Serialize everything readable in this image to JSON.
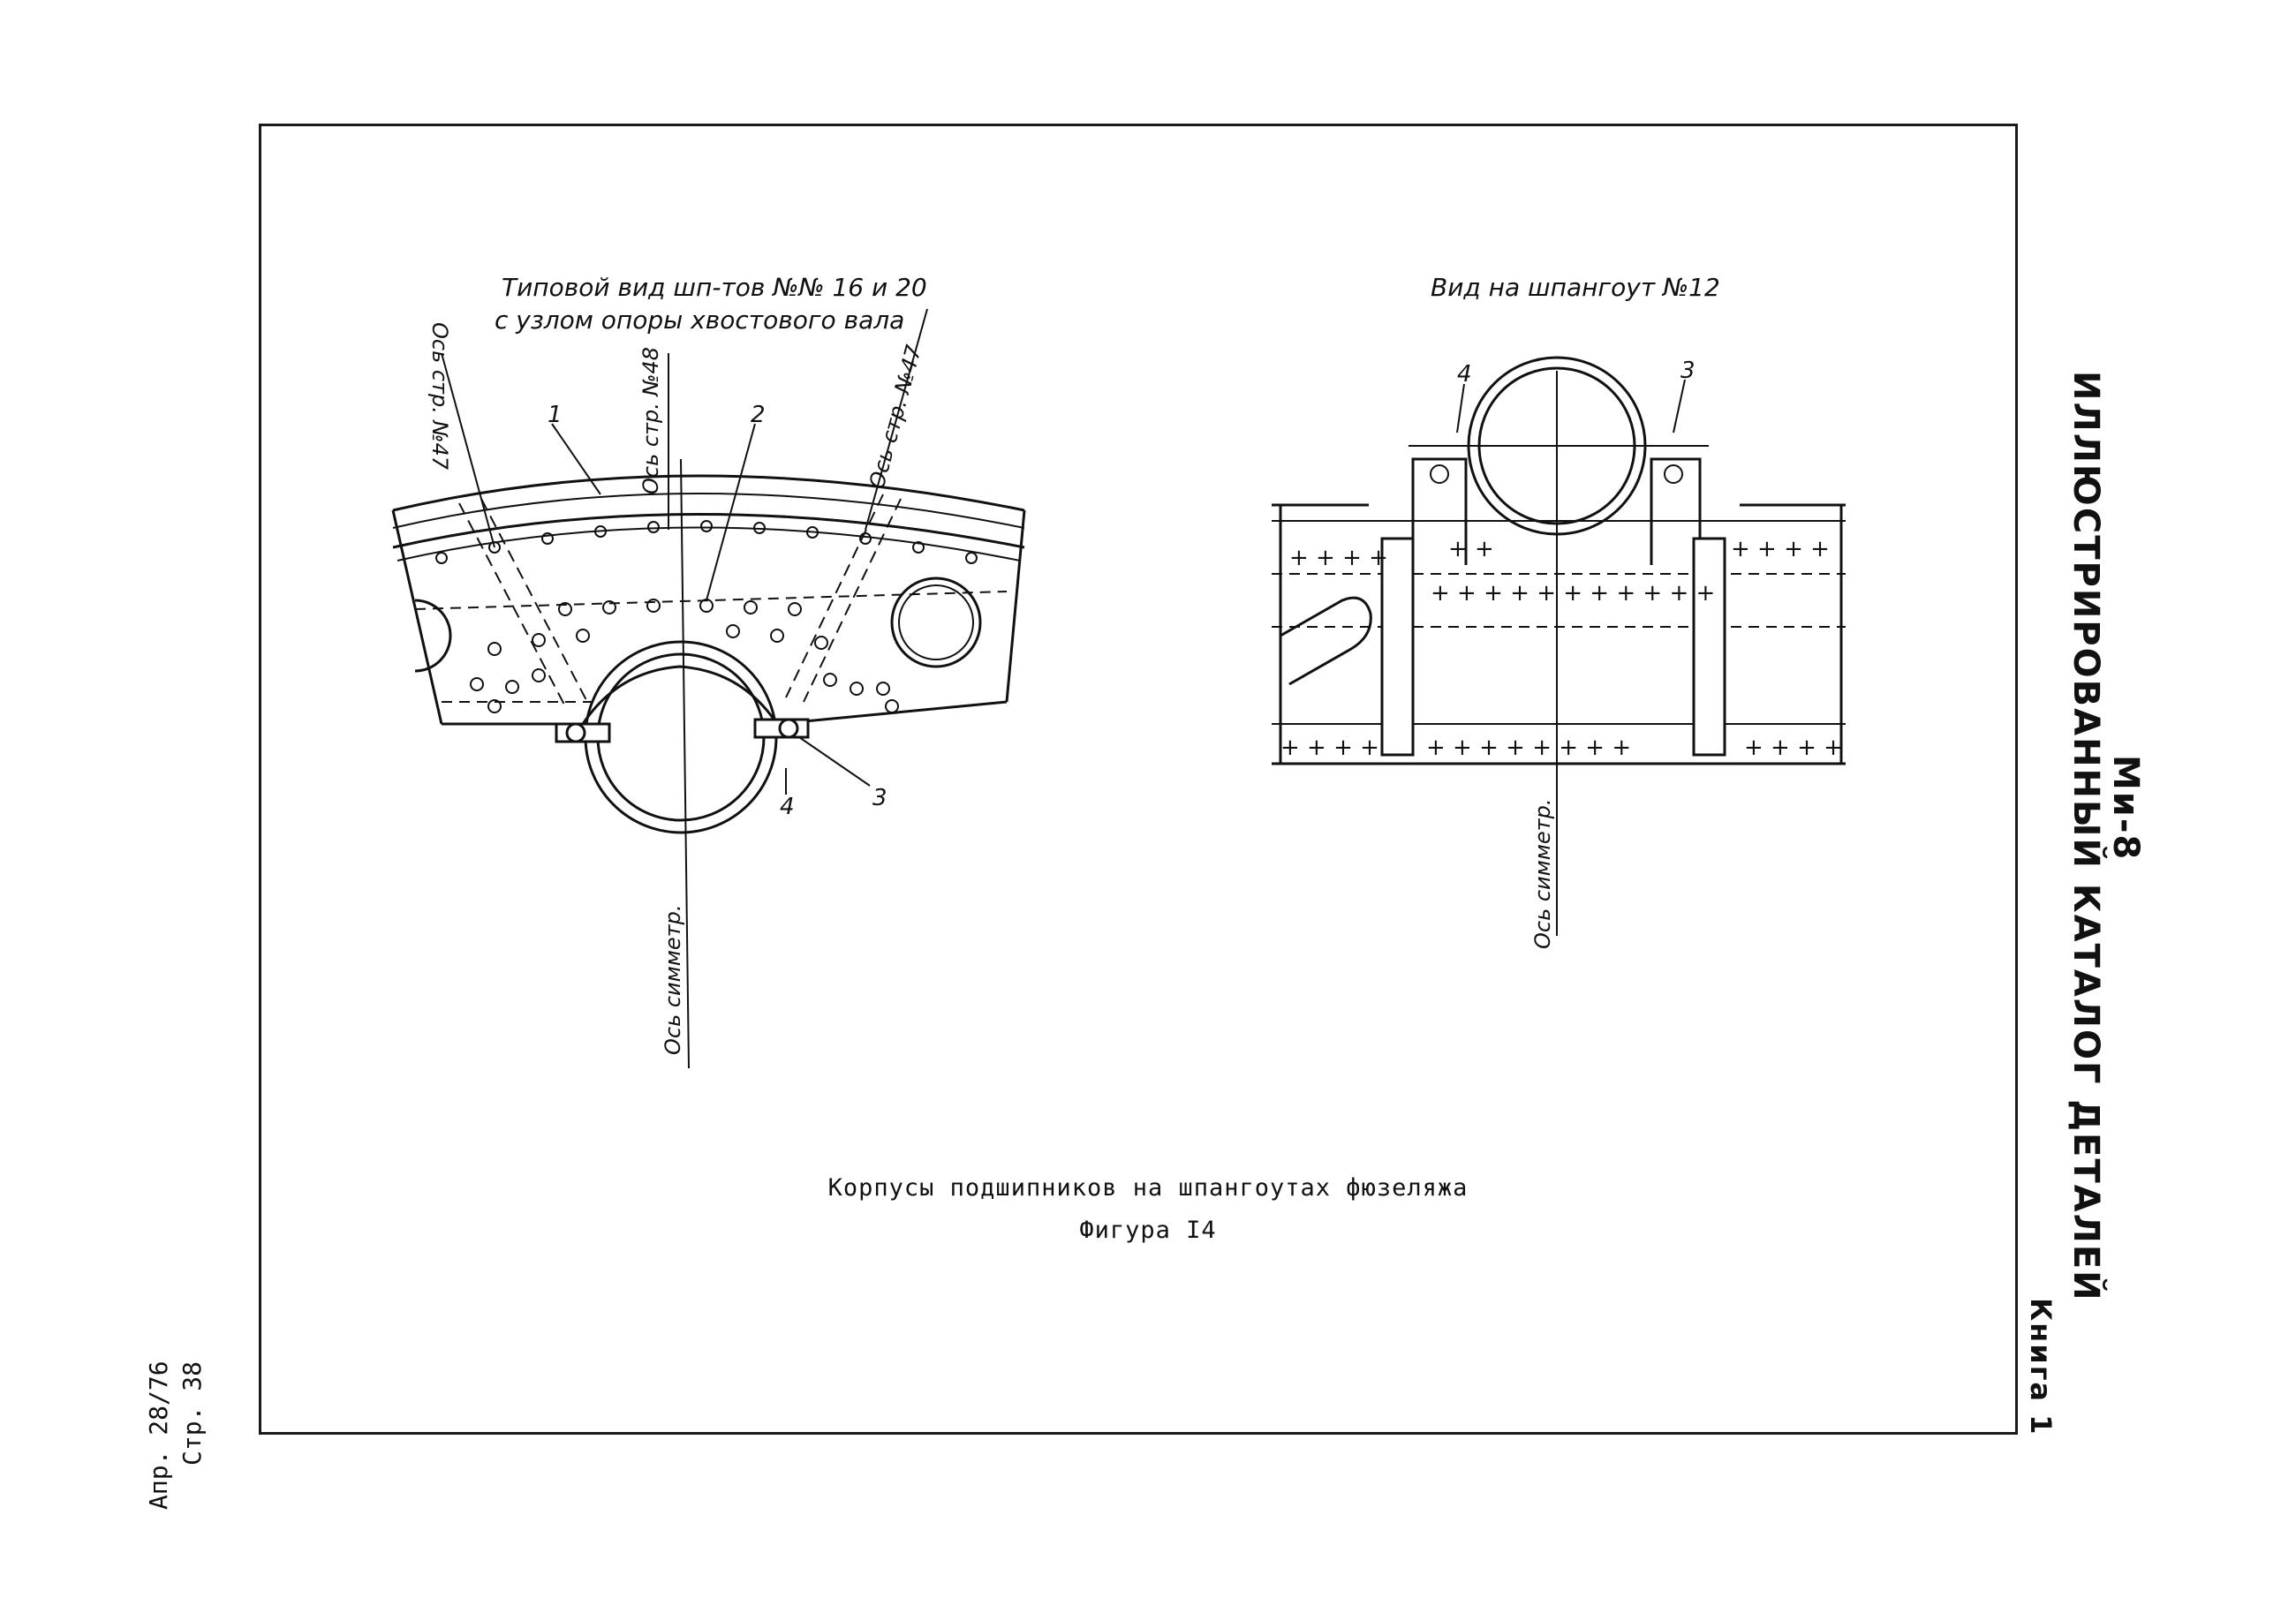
{
  "header": {
    "model": "Ми-8",
    "catalog_title": "ИЛЛЮСТРИРОВАННЫЙ КАТАЛОГ ДЕТАЛЕЙ",
    "book": "Книга 1"
  },
  "page_info": {
    "page": "Стр. 38",
    "date": "Апр. 28/76"
  },
  "left_view": {
    "title_line1": "Типовой вид шп-тов №№ 16 и 20",
    "title_line2": "с узлом опоры хвостового вала",
    "axis_str47_left": "Ось стр. №47",
    "axis_str48": "Ось стр. №48",
    "axis_str47_right": "Ось стр. №47",
    "axis_symmetry": "Ось симметр.",
    "callouts": [
      "1",
      "2",
      "4",
      "3"
    ]
  },
  "right_view": {
    "title": "Вид на шпангоут №12",
    "axis_symmetry": "Ось симметр.",
    "callouts": [
      "4",
      "3"
    ]
  },
  "caption": {
    "line1": "Корпусы подшипников на шпангоутах фюзеляжа",
    "line2": "Фигура I4"
  }
}
